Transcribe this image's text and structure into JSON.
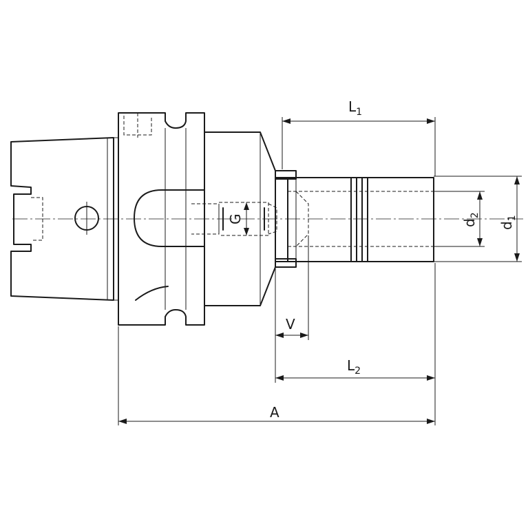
{
  "labels": {
    "l1": {
      "base": "L",
      "sub": "1"
    },
    "l2": {
      "base": "L",
      "sub": "2"
    },
    "a": "A",
    "v": "V",
    "g": "G",
    "d1": {
      "base": "d",
      "sub": "1"
    },
    "d2": {
      "base": "d",
      "sub": "2"
    }
  }
}
